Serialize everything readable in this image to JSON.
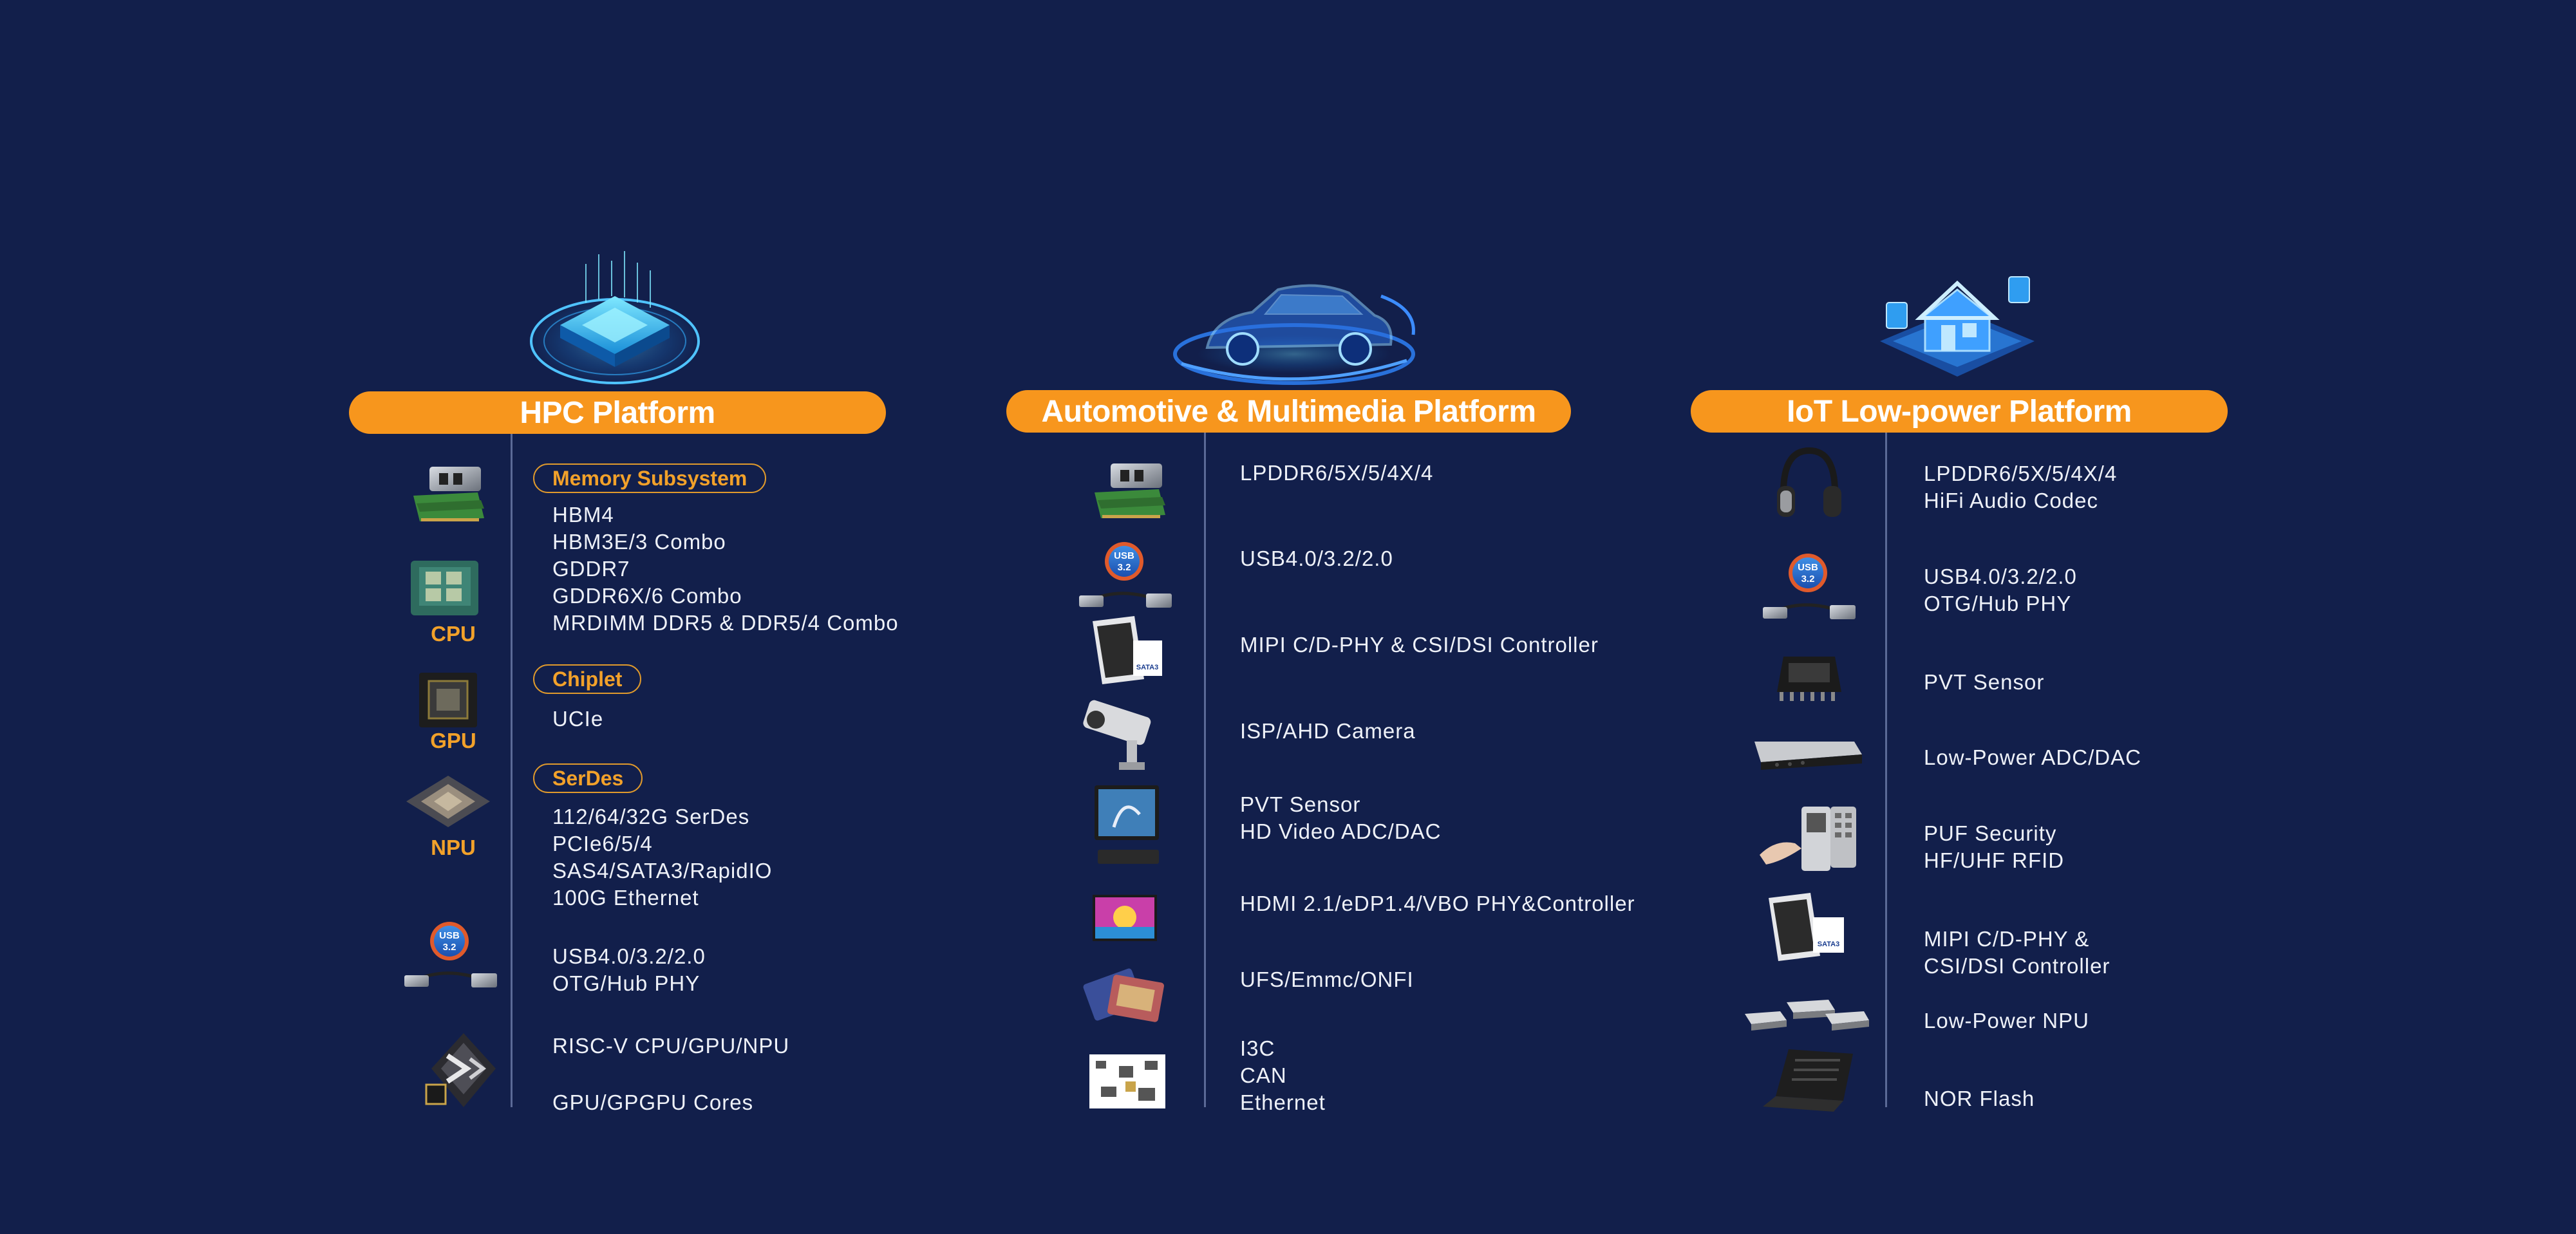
{
  "platforms": {
    "hpc": {
      "title": "HPC Platform",
      "sections": {
        "memory": {
          "tag": "Memory Subsystem",
          "items": [
            "HBM4",
            "HBM3E/3 Combo",
            "GDDR7",
            "GDDR6X/6 Combo",
            "MRDIMM DDR5 & DDR5/4 Combo"
          ]
        },
        "chiplet": {
          "tag": "Chiplet",
          "items": [
            "UCIe"
          ]
        },
        "serdes": {
          "tag": "SerDes",
          "items": [
            "112/64/32G SerDes",
            "PCIe6/5/4",
            "SAS4/SATA3/RapidIO",
            "100G Ethernet"
          ]
        },
        "usb": {
          "items": [
            "USB4.0/3.2/2.0",
            "OTG/Hub PHY"
          ]
        },
        "riscv": {
          "text": "RISC-V CPU/GPU/NPU"
        },
        "gpu_cores": {
          "text": "GPU/GPGPU Cores"
        }
      },
      "icon_labels": {
        "cpu": "CPU",
        "gpu": "GPU",
        "npu": "NPU"
      }
    },
    "auto": {
      "title": "Automotive & Multimedia Platform",
      "rows": [
        {
          "lines": [
            "LPDDR6/5X/5/4X/4"
          ]
        },
        {
          "lines": [
            "USB4.0/3.2/2.0"
          ]
        },
        {
          "lines": [
            "MIPI C/D-PHY & CSI/DSI Controller"
          ]
        },
        {
          "lines": [
            "ISP/AHD Camera"
          ]
        },
        {
          "lines": [
            "PVT Sensor",
            "HD Video ADC/DAC"
          ]
        },
        {
          "lines": [
            "HDMI 2.1/eDP1.4/VBO PHY&Controller"
          ]
        },
        {
          "lines": [
            "UFS/Emmc/ONFI"
          ]
        },
        {
          "lines": [
            "I3C",
            "CAN",
            "Ethernet"
          ]
        }
      ]
    },
    "iot": {
      "title": "IoT Low-power Platform",
      "rows": [
        {
          "lines": [
            "LPDDR6/5X/5/4X/4",
            "HiFi Audio Codec"
          ]
        },
        {
          "lines": [
            "USB4.0/3.2/2.0",
            "OTG/Hub PHY"
          ]
        },
        {
          "lines": [
            "PVT Sensor"
          ]
        },
        {
          "lines": [
            "Low-Power ADC/DAC"
          ]
        },
        {
          "lines": [
            "PUF Security",
            "HF/UHF RFID"
          ]
        },
        {
          "lines": [
            "MIPI C/D-PHY &",
            "CSI/DSI Controller"
          ]
        },
        {
          "lines": [
            "Low-Power NPU"
          ]
        },
        {
          "lines": [
            "NOR Flash"
          ]
        }
      ]
    }
  },
  "icon_text": {
    "usb_badge_top": "USB",
    "usb_badge_bottom": "3.2",
    "sata_badge": "SATA3"
  },
  "icons": {
    "hero_hpc": "glowing-chip-icon",
    "hero_auto": "hologram-car-icon",
    "hero_iot": "smart-home-icon"
  },
  "colors": {
    "background": "#121f4b",
    "accent": "#f7961d",
    "tag_text": "#f2a12a",
    "divider": "#5b6a97"
  }
}
